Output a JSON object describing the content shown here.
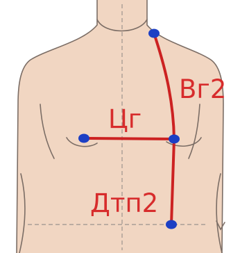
{
  "diagram": {
    "labels": {
      "chest_width": "Цг",
      "shoulder_height": "Вг2",
      "front_waist_length": "Дтп2"
    },
    "colors": {
      "measure_line": "#cc2222",
      "point": "#1c3fc4",
      "skin": "#f1d6c2",
      "outline": "#7b6d65",
      "guide": "#a89d96",
      "label": "#d72c2c"
    }
  }
}
